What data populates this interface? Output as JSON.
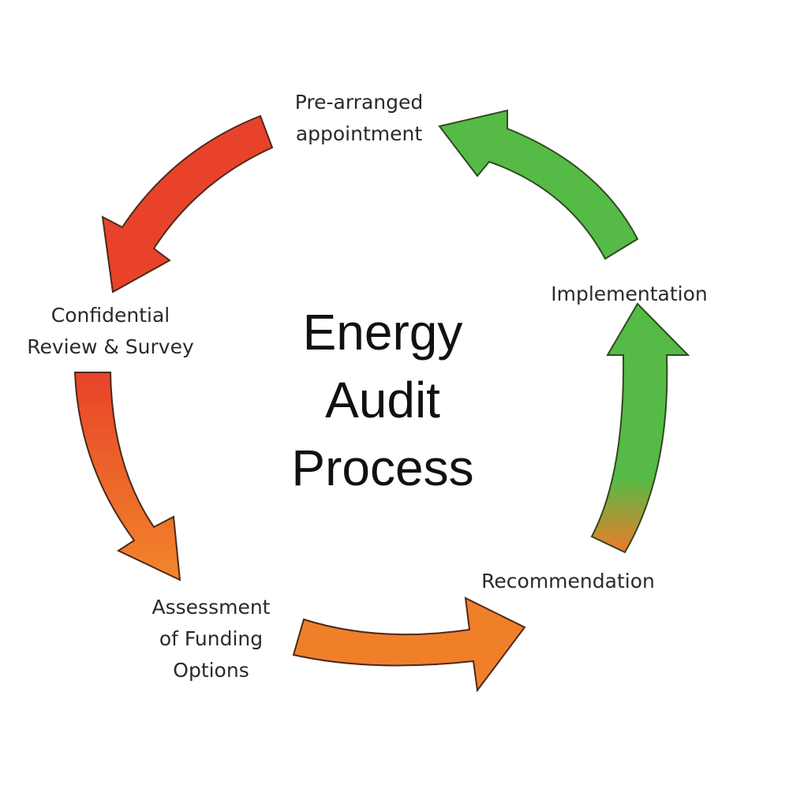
{
  "title": {
    "line1": "Energy",
    "line2": "Audit",
    "line3": "Process"
  },
  "steps": [
    {
      "line1": "Pre-arranged",
      "line2": "appointment"
    },
    {
      "line1": "Confidential",
      "line2": "Review & Survey"
    },
    {
      "line1": "Assessment",
      "line2": "of Funding",
      "line3": "Options"
    },
    {
      "line1": "Recommendation"
    },
    {
      "line1": "Implementation"
    }
  ],
  "colors": {
    "red": "#e8432a",
    "orange": "#f07f2a",
    "green": "#55bb46",
    "outline": "#3a3a2a"
  }
}
